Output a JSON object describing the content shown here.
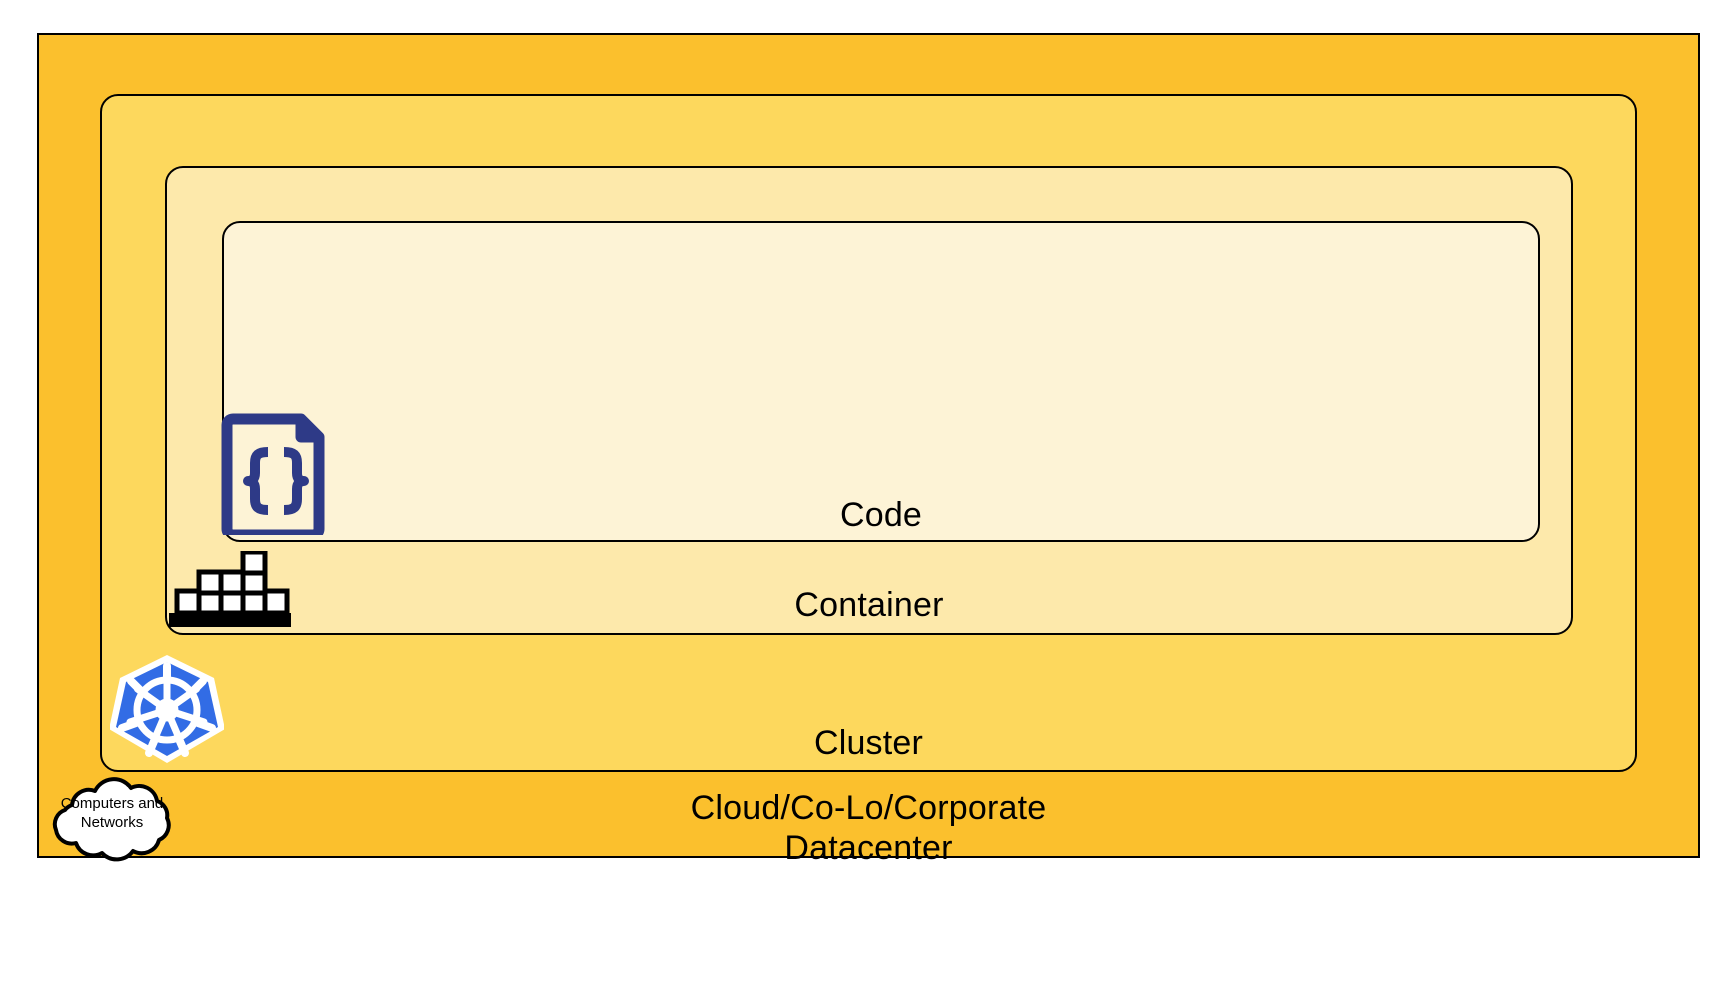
{
  "diagram": {
    "title": "Cloud Native Layered Abstraction Stack",
    "layers": [
      {
        "id": "datacenter",
        "label": "Cloud/Co-Lo/Corporate\nDatacenter",
        "fill": "#fbc02d",
        "stroke": "#000000",
        "level": 1
      },
      {
        "id": "cluster",
        "label": "Cluster",
        "fill": "#fdd85d",
        "stroke": "#000000",
        "level": 2
      },
      {
        "id": "container",
        "label": "Container",
        "fill": "#fde9ab",
        "stroke": "#000000",
        "level": 3
      },
      {
        "id": "code",
        "label": "Code",
        "fill": "#fdf3d6",
        "stroke": "#000000",
        "level": 4
      }
    ],
    "icons": [
      {
        "id": "code-doc-icon",
        "name": "json-code-document-icon",
        "glyph": "{}",
        "color": "#2e3a87",
        "belongs_to": "code"
      },
      {
        "id": "container-stack-icon",
        "name": "container-stack-icon",
        "color": "#000000",
        "fill": "#ffffff",
        "belongs_to": "container"
      },
      {
        "id": "kubernetes-icon",
        "name": "kubernetes-helm-wheel-icon",
        "color": "#326ce5",
        "fill": "#ffffff",
        "belongs_to": "cluster"
      }
    ],
    "callout": {
      "id": "computers-and-networks-cloud",
      "label": "Computers and\nNetworks",
      "fill": "#ffffff",
      "stroke": "#000000"
    }
  }
}
